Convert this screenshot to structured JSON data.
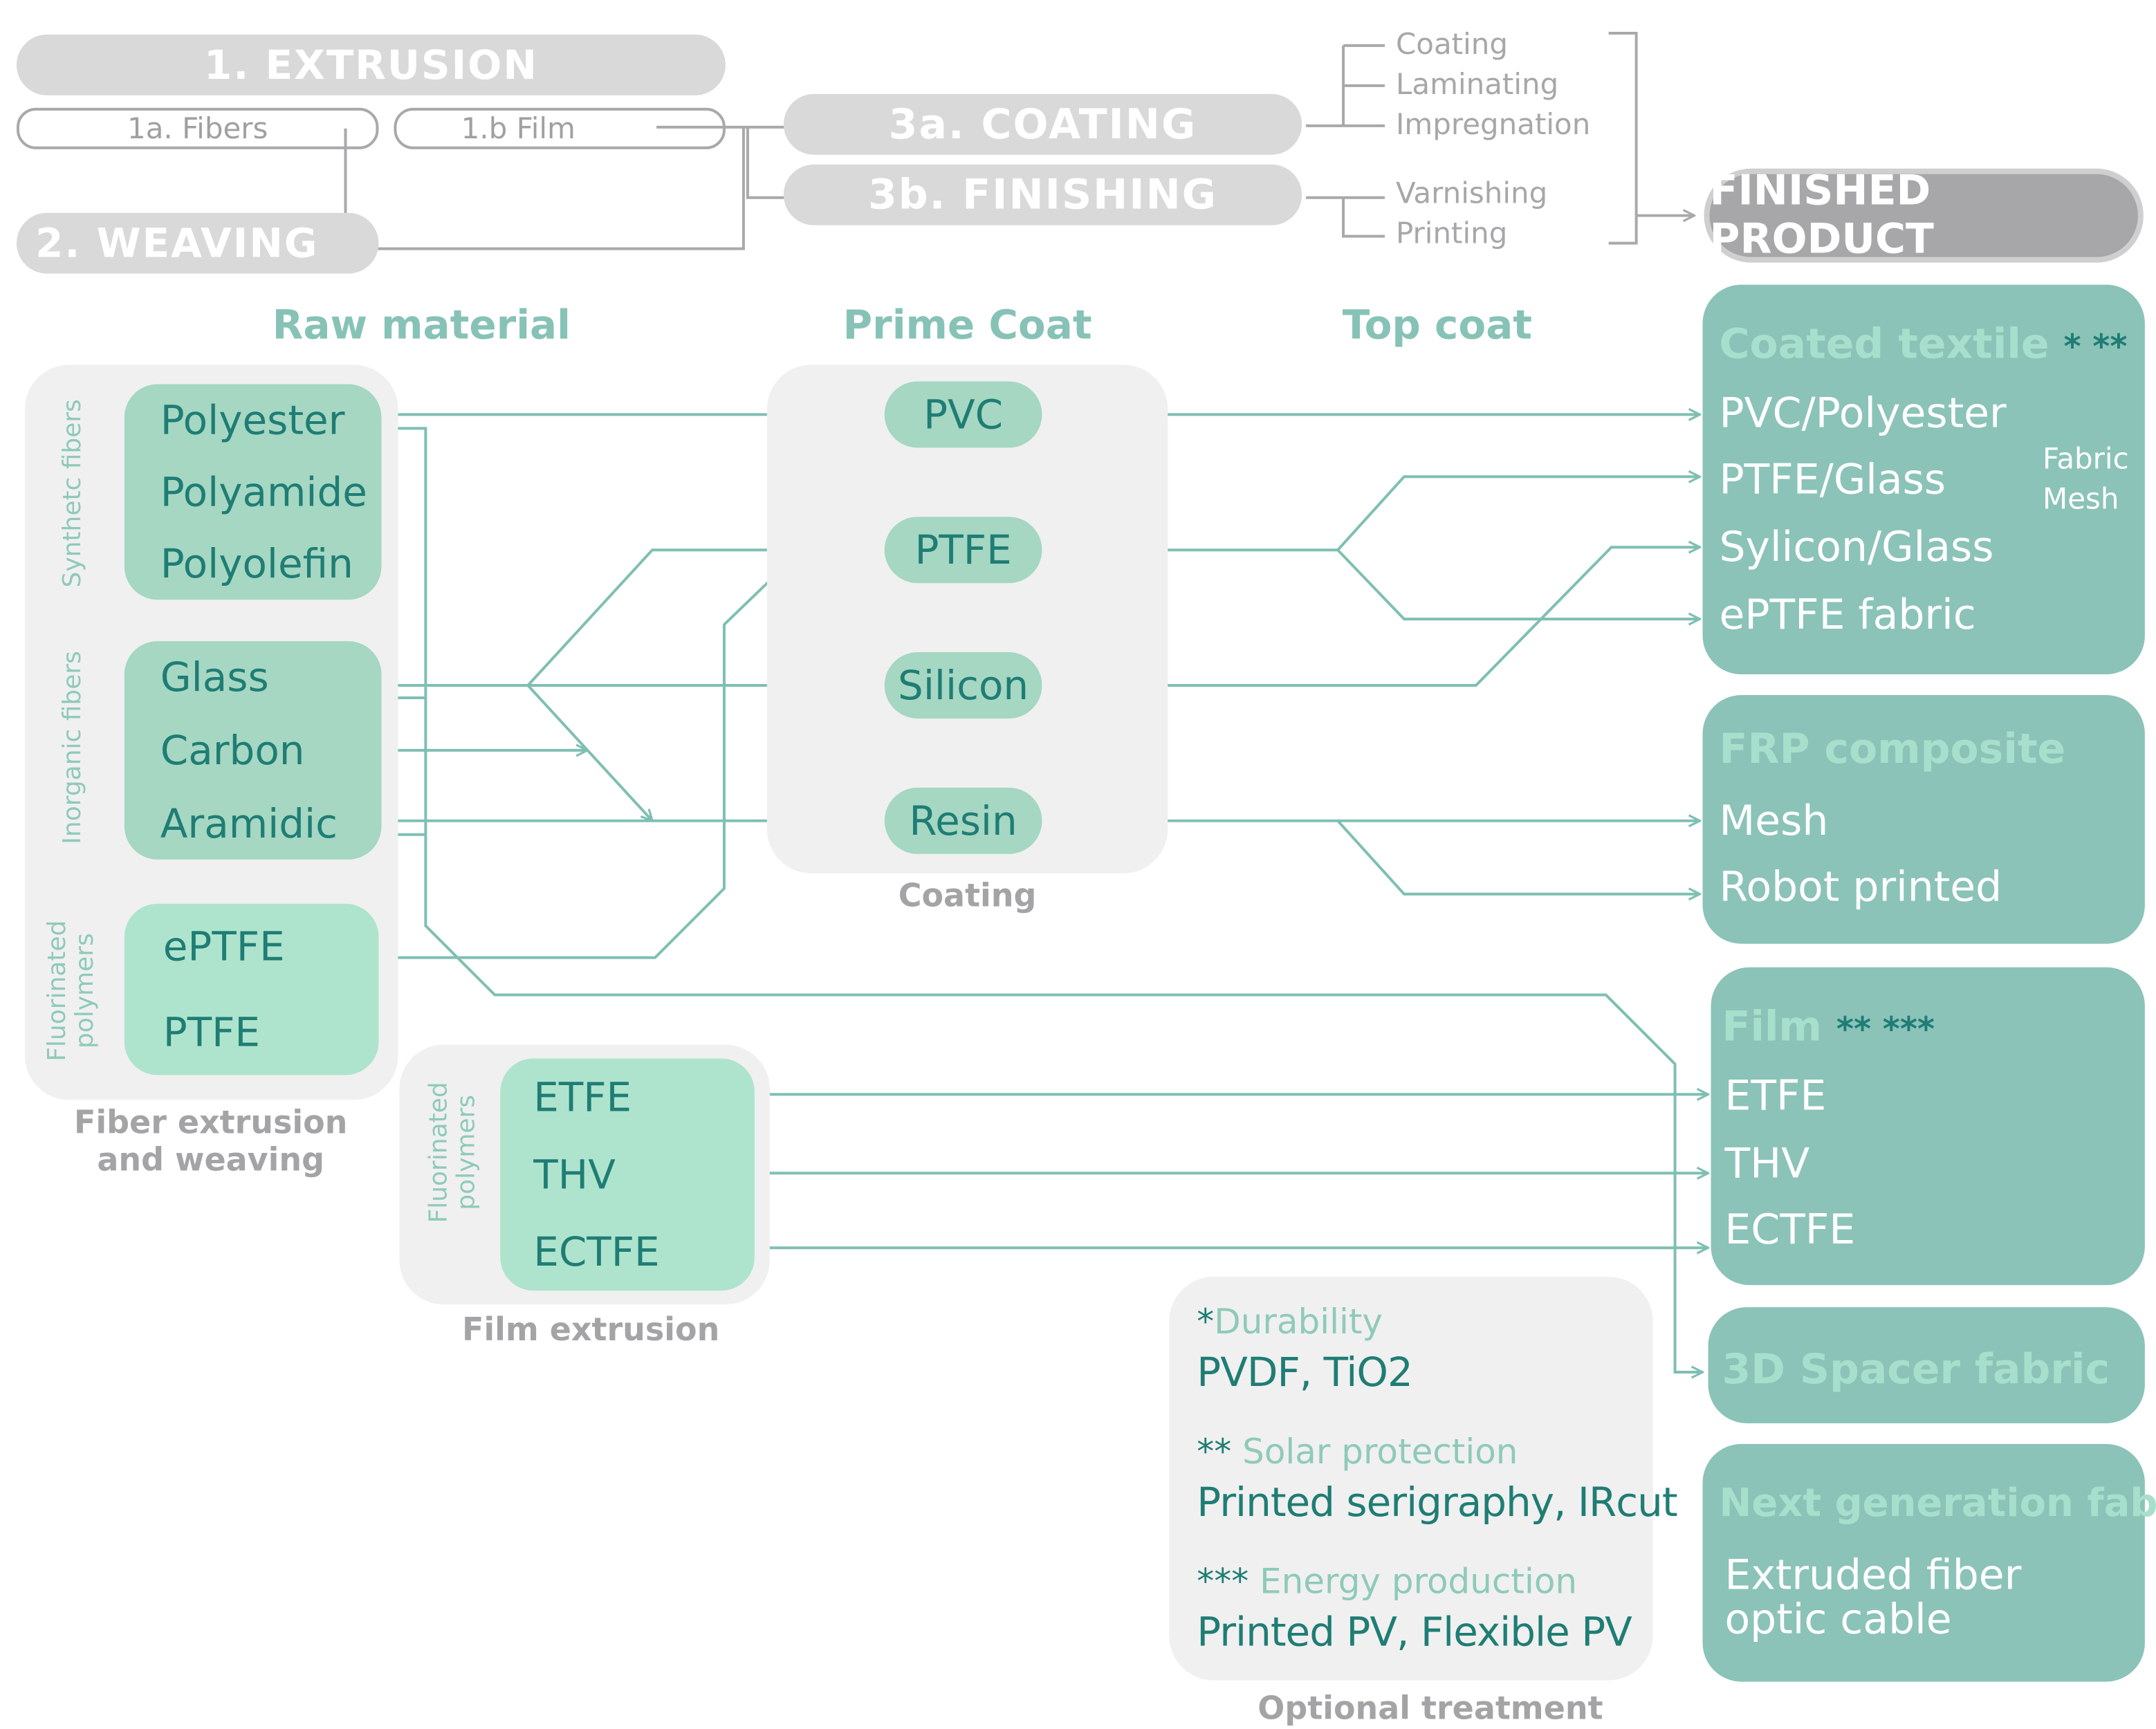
{
  "process": {
    "extrusion": "1. EXTRUSION",
    "fibers": "1a. Fibers",
    "film": "1.b Film",
    "weaving": "2. WEAVING",
    "coating": "3a. COATING",
    "finishing": "3b. FINISHING",
    "coating_ops": [
      "Coating",
      "Laminating",
      "Impregnation"
    ],
    "finishing_ops": [
      "Varnishing",
      "Printing"
    ],
    "finished_product": "FINISHED PRODUCT"
  },
  "headers": {
    "raw_material": "Raw material",
    "prime_coat": "Prime Coat",
    "top_coat": "Top coat"
  },
  "raw": {
    "synthetic_label": "Synthetc fibers",
    "synthetic": [
      "Polyester",
      "Polyamide",
      "Polyolefin"
    ],
    "inorganic_label": "Inorganic fibers",
    "inorganic": [
      "Glass",
      "Carbon",
      "Aramidic"
    ],
    "fluor_label": "Fluorinated polymers",
    "fluor": [
      "ePTFE",
      "PTFE"
    ],
    "caption": [
      "Fiber extrusion",
      "and weaving"
    ]
  },
  "film_extrusion": {
    "label": "Fluorinated polymers",
    "items": [
      "ETFE",
      "THV",
      "ECTFE"
    ],
    "caption": "Film extrusion"
  },
  "prime": {
    "items": [
      "PVC",
      "PTFE",
      "Silicon",
      "Resin"
    ],
    "caption": "Coating"
  },
  "products": {
    "coated": {
      "title": "Coated textile",
      "stars": "*  **",
      "items": [
        "PVC/Polyester",
        "PTFE/Glass",
        "Sylicon/Glass",
        "ePTFE fabric"
      ],
      "sub": [
        "Fabric",
        "Mesh"
      ]
    },
    "frp": {
      "title": "FRP composite",
      "items": [
        "Mesh",
        "Robot printed"
      ]
    },
    "film": {
      "title": "Film",
      "stars": "**   ***",
      "items": [
        "ETFE",
        "THV",
        "ECTFE"
      ]
    },
    "spacer": {
      "title": "3D Spacer fabric"
    },
    "nextgen": {
      "title": "Next generation fabric",
      "items": [
        "Extruded fiber",
        "optic cable"
      ]
    }
  },
  "optional": {
    "durability_mark": "*",
    "durability": "Durability",
    "durability_values": "PVDF, TiO2",
    "solar_mark": "**",
    "solar": "Solar protection",
    "solar_values": "Printed serigraphy, IRcut",
    "energy_mark": "***",
    "energy": "Energy production",
    "energy_values": "Printed PV, Flexible PV",
    "caption": "Optional treatment"
  },
  "colors": {
    "teal_dark": "#1f7d74",
    "teal_line": "#7fbfb3",
    "product_bg": "#8bc3b8",
    "gray_pill": "#d9d9da"
  }
}
